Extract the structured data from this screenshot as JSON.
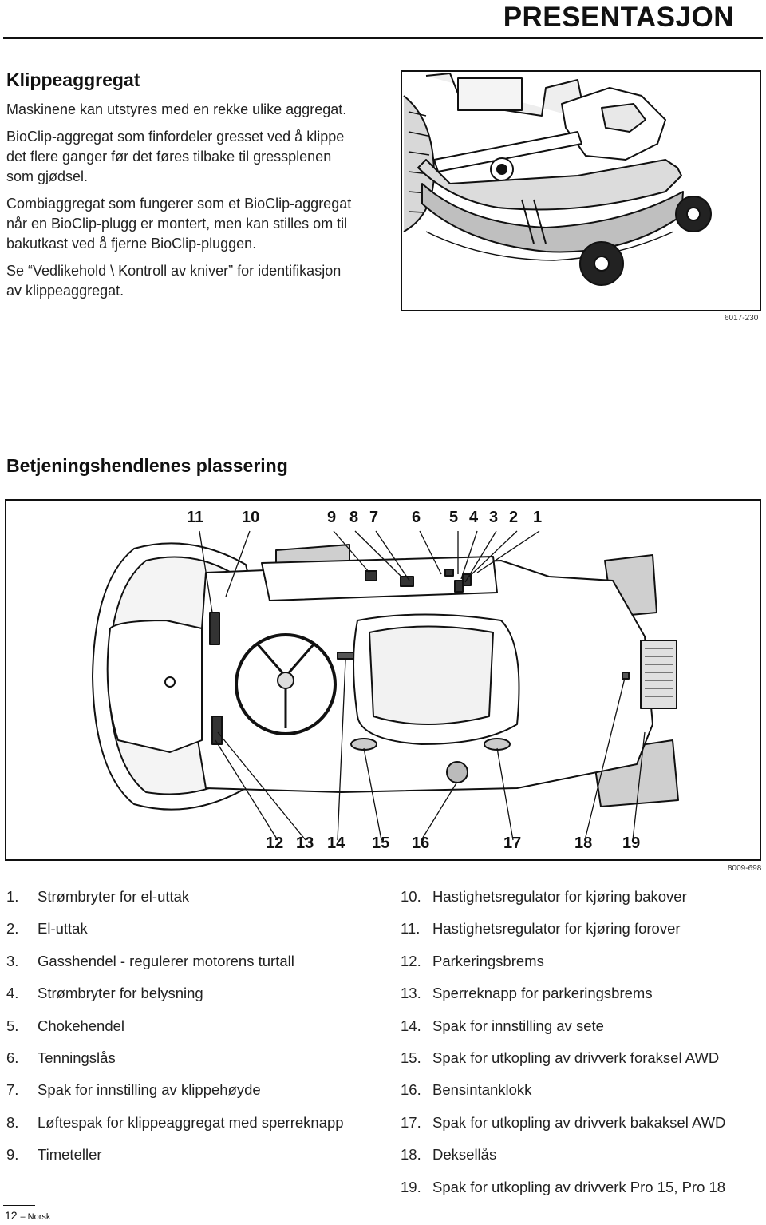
{
  "header": {
    "title": "PRESENTASJON"
  },
  "section1": {
    "heading": "Klippeaggregat",
    "paragraphs": [
      "Maskinene kan utstyres med en rekke ulike aggregat.",
      "BioClip-aggregat som finfordeler gresset ved å klippe det flere ganger før det føres tilbake til gressplenen som gjødsel.",
      "Combiaggregat som fungerer som et BioClip-aggregat når en BioClip-plugg er montert, men kan stilles om til bakutkast ved å fjerne BioClip-pluggen.",
      "Se “Vedlikehold \\ Kontroll av kniver” for identifikasjon av klippeaggregat."
    ],
    "figure_code": "6017-230"
  },
  "section2": {
    "heading": "Betjeningshendlenes plassering",
    "figure_code": "8009-698",
    "callouts_top": [
      "11",
      "10",
      "9",
      "8",
      "7",
      "6",
      "5",
      "4",
      "3",
      "2",
      "1"
    ],
    "callouts_bottom": [
      "12",
      "13",
      "14",
      "15",
      "16",
      "17",
      "18",
      "19"
    ],
    "legend_left": [
      {
        "num": "1.",
        "text": "Strømbryter for el-uttak"
      },
      {
        "num": "2.",
        "text": "El-uttak"
      },
      {
        "num": "3.",
        "text": "Gasshendel - regulerer motorens turtall"
      },
      {
        "num": "4.",
        "text": "Strømbryter for belysning"
      },
      {
        "num": "5.",
        "text": "Chokehendel"
      },
      {
        "num": "6.",
        "text": "Tenningslås"
      },
      {
        "num": "7.",
        "text": "Spak for innstilling av klippehøyde"
      },
      {
        "num": "8.",
        "text": "Løftespak for klippeaggregat med sperreknapp"
      },
      {
        "num": "9.",
        "text": "Timeteller"
      }
    ],
    "legend_right": [
      {
        "num": "10.",
        "text": "Hastighetsregulator for kjøring bakover"
      },
      {
        "num": "11.",
        "text": "Hastighetsregulator for kjøring forover"
      },
      {
        "num": "12.",
        "text": "Parkeringsbrems"
      },
      {
        "num": "13.",
        "text": "Sperreknapp for parkeringsbrems"
      },
      {
        "num": "14.",
        "text": "Spak for innstilling av sete"
      },
      {
        "num": "15.",
        "text": "Spak for utkopling av drivverk foraksel AWD"
      },
      {
        "num": "16.",
        "text": "Bensintanklokk"
      },
      {
        "num": "17.",
        "text": "Spak for utkopling av drivverk bakaksel AWD"
      },
      {
        "num": "18.",
        "text": "Deksellås"
      },
      {
        "num": "19.",
        "text": "Spak for utkopling av drivverk Pro 15, Pro 18"
      }
    ]
  },
  "footer": {
    "page_number": "12",
    "language": "Norsk"
  }
}
